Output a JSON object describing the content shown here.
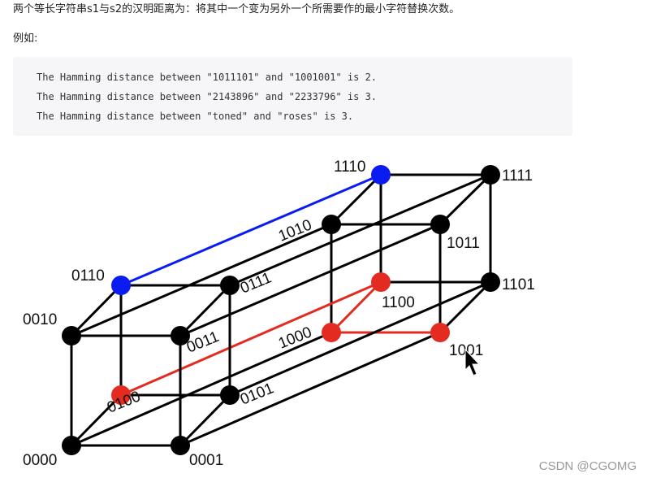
{
  "intro_text": "两个等长字符串s1与s2的汉明距离为：将其中一个变为另外一个所需要作的最小字符替换次数。",
  "example_label": "例如:",
  "code_lines": [
    "The Hamming distance between \"1011101\" and \"1001001\" is 2.",
    "The Hamming distance between \"2143896\" and \"2233796\" is 3.",
    "The Hamming distance between \"toned\" and \"roses\" is 3."
  ],
  "diagram": {
    "nodes": [
      {
        "id": "0000",
        "label": "0000",
        "color": "black"
      },
      {
        "id": "0001",
        "label": "0001",
        "color": "black"
      },
      {
        "id": "0010",
        "label": "0010",
        "color": "black"
      },
      {
        "id": "0011",
        "label": "0011",
        "color": "black"
      },
      {
        "id": "0100",
        "label": "0100",
        "color": "red"
      },
      {
        "id": "0101",
        "label": "0101",
        "color": "black"
      },
      {
        "id": "0110",
        "label": "0110",
        "color": "blue"
      },
      {
        "id": "0111",
        "label": "0111",
        "color": "black"
      },
      {
        "id": "1000",
        "label": "1000",
        "color": "red"
      },
      {
        "id": "1001",
        "label": "1001",
        "color": "red"
      },
      {
        "id": "1010",
        "label": "1010",
        "color": "black"
      },
      {
        "id": "1011",
        "label": "1011",
        "color": "black"
      },
      {
        "id": "1100",
        "label": "1100",
        "color": "red"
      },
      {
        "id": "1101",
        "label": "1101",
        "color": "black"
      },
      {
        "id": "1110",
        "label": "1110",
        "color": "blue"
      },
      {
        "id": "1111",
        "label": "1111",
        "color": "black"
      }
    ],
    "highlight_path_red": [
      "0100",
      "1100",
      "1000",
      "1001"
    ],
    "highlight_path_blue": [
      "0110",
      "1110"
    ],
    "colors": {
      "black": "#000000",
      "red": "#e32b22",
      "blue": "#0a1cf2"
    }
  },
  "watermark": "CSDN @CGOMG"
}
